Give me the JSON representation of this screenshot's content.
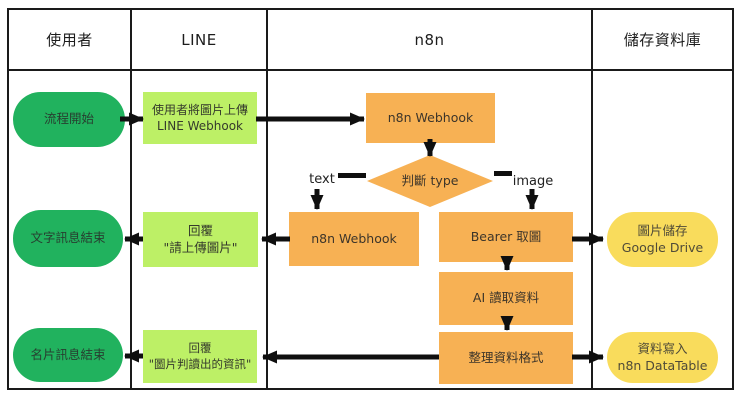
{
  "diagram_title": "LINE image upload n8n workflow swimlane",
  "lanes": {
    "headers": [
      {
        "label": "使用者"
      },
      {
        "label": "LINE"
      },
      {
        "label": "n8n"
      },
      {
        "label": "儲存資料庫"
      }
    ]
  },
  "nodes": {
    "start": {
      "label": "流程開始"
    },
    "upload": {
      "line1": "使用者將圖片上傳",
      "line2": "LINE Webhook"
    },
    "webhook1": {
      "label": "n8n Webhook"
    },
    "decision": {
      "label": "判斷 type"
    },
    "branch_text": {
      "label": "text"
    },
    "branch_image": {
      "label": "image"
    },
    "webhook2": {
      "label": "n8n Webhook"
    },
    "reply_text": {
      "line1": "回覆",
      "line2": "\"請上傳圖片\""
    },
    "text_end": {
      "label": "文字訊息結束"
    },
    "bearer": {
      "label": "Bearer 取圖"
    },
    "drive": {
      "line1": "圖片儲存",
      "line2": "Google Drive"
    },
    "ai_read": {
      "label": "AI 讀取資料"
    },
    "format": {
      "label": "整理資料格式"
    },
    "reply_card": {
      "line1": "回覆",
      "line2": "\"圖片判讀出的資訊\""
    },
    "card_end": {
      "label": "名片訊息結束"
    },
    "datatable": {
      "line1": "資料寫入",
      "line2": "n8n DataTable"
    }
  },
  "colors": {
    "green": "#21B25E",
    "lightgreen": "#BDF066",
    "orange": "#F7B154",
    "yellow": "#F9DC5C",
    "border": "#1a1a1a",
    "arrow": "#0f0f0f"
  }
}
